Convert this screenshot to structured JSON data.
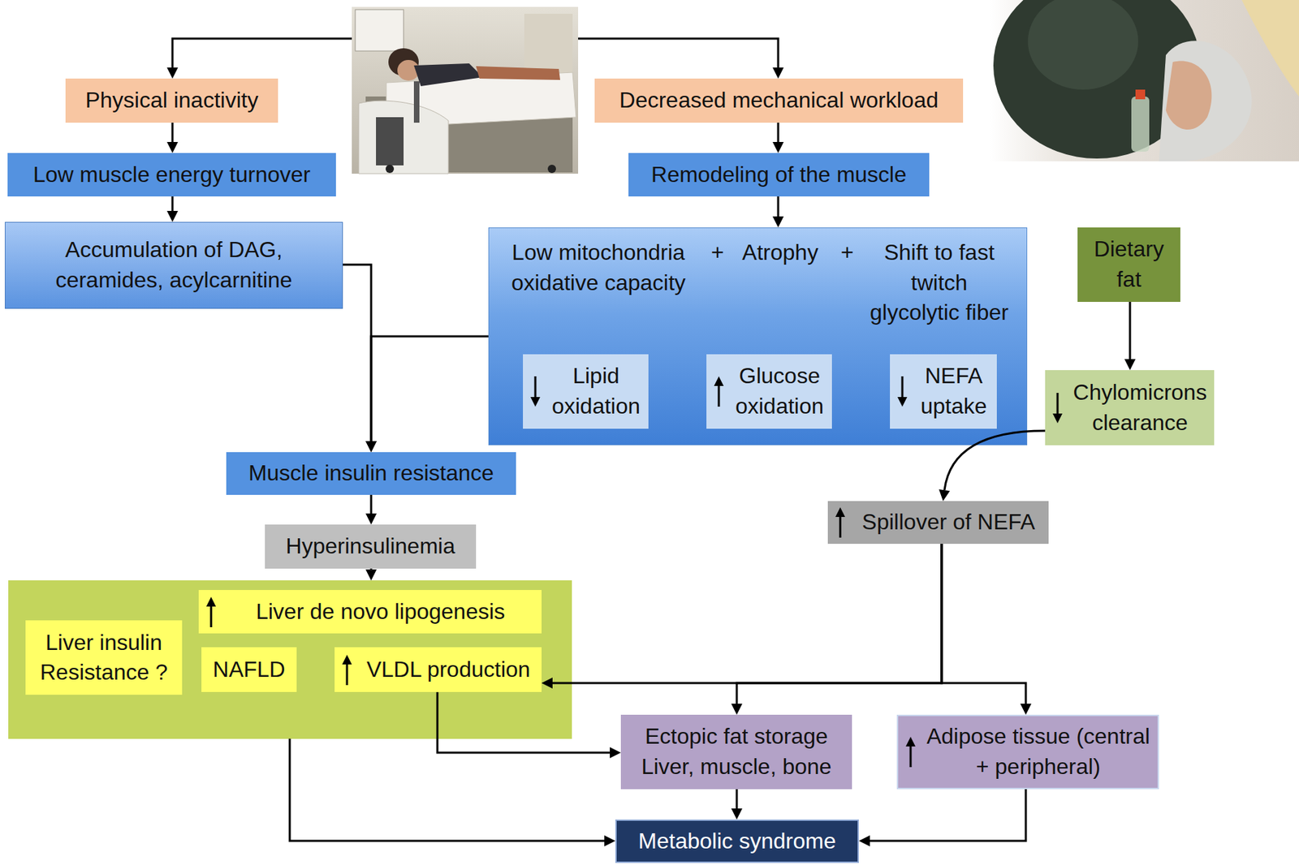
{
  "diagram": {
    "nodes": [
      {
        "text": [
          "Physical inactivity"
        ]
      },
      {
        "text": [
          "Decreased mechanical workload"
        ]
      },
      {
        "text": [
          "Low muscle energy turnover"
        ]
      },
      {
        "text": [
          "Remodeling of the muscle"
        ]
      },
      {
        "text": [
          "Accumulation of DAG, ceramides, acylcarnitine"
        ]
      },
      {
        "text": [
          "Low mitochondria oxidative capacity",
          "+",
          "Atrophy",
          "+",
          "Shift to fast twitch glycolytic fiber"
        ]
      },
      {
        "text": [
          "Lipid oxidation"
        ],
        "in": 5
      },
      {
        "text": [
          "Glucose oxidation"
        ],
        "in": 5
      },
      {
        "text": [
          "NEFA uptake"
        ],
        "in": 5
      },
      {
        "text": [
          "Dietary fat"
        ]
      },
      {
        "text": [
          "Chylomicrons clearance"
        ]
      },
      {
        "text": [
          "Muscle insulin resistance"
        ]
      },
      {
        "text": [
          "Spillover of NEFA"
        ]
      },
      {
        "text": [
          "Hyperinsulinemia"
        ]
      },
      {
        "text": []
      },
      {
        "text": [
          "Liver de novo lipogenesis"
        ],
        "in": 14
      },
      {
        "text": [
          "Liver insulin Resistance ?"
        ],
        "in": 14
      },
      {
        "text": [
          "NAFLD"
        ],
        "in": 14
      },
      {
        "text": [
          "VLDL production"
        ],
        "in": 14
      },
      {
        "text": [
          "Ectopic fat storage Liver, muscle, bone"
        ]
      },
      {
        "text": [
          "Adipose tissue (central + peripheral)"
        ]
      },
      {
        "text": [
          "Metabolic syndrome"
        ]
      }
    ],
    "edges": [
      {
        "from": 0,
        "to": 2,
        "arrow": "to"
      },
      {
        "from": 2,
        "to": 4,
        "arrow": "to"
      },
      {
        "from": 1,
        "to": 3,
        "arrow": "to"
      },
      {
        "from": 3,
        "to": 5,
        "arrow": "to"
      },
      {
        "from": 4,
        "to": 11,
        "arrow": "to"
      },
      {
        "from": 5,
        "to": 11,
        "arrow": "to"
      },
      {
        "from": 11,
        "to": 13,
        "arrow": "to"
      },
      {
        "from": 13,
        "to": 14,
        "arrow": "to"
      },
      {
        "from": 9,
        "to": 10,
        "arrow": "to"
      },
      {
        "from": 10,
        "to": 12,
        "arrow": "to"
      },
      {
        "from": 12,
        "to": 18,
        "arrow": "to"
      },
      {
        "from": 12,
        "to": 19,
        "arrow": "to"
      },
      {
        "from": 12,
        "to": 20,
        "arrow": "to"
      },
      {
        "from": 18,
        "to": 19,
        "arrow": "to"
      },
      {
        "from": 19,
        "to": 21,
        "arrow": "to"
      },
      {
        "from": 14,
        "to": 21,
        "arrow": "to"
      },
      {
        "from": 20,
        "to": 21,
        "arrow": "to"
      }
    ]
  }
}
